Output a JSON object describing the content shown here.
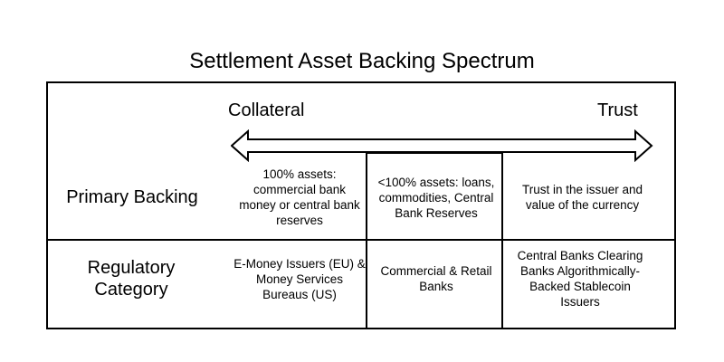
{
  "title": "Settlement Asset Backing Spectrum",
  "spectrum": {
    "left_label": "Collateral",
    "right_label": "Trust",
    "arrow_icon": "double-headed-arrow-icon"
  },
  "rows": [
    {
      "label": "Primary Backing",
      "cells": [
        "100% assets: commercial bank money or central bank reserves",
        "<100% assets: loans, commodities, Central Bank Reserves",
        "Trust in the issuer and value of the currency"
      ]
    },
    {
      "label": "Regulatory Category",
      "cells": [
        "E-Money Issuers (EU) & Money Services Bureaus (US)",
        "Commercial & Retail Banks",
        "Central Banks Clearing Banks Algorithmically-Backed Stablecoin Issuers"
      ]
    }
  ]
}
